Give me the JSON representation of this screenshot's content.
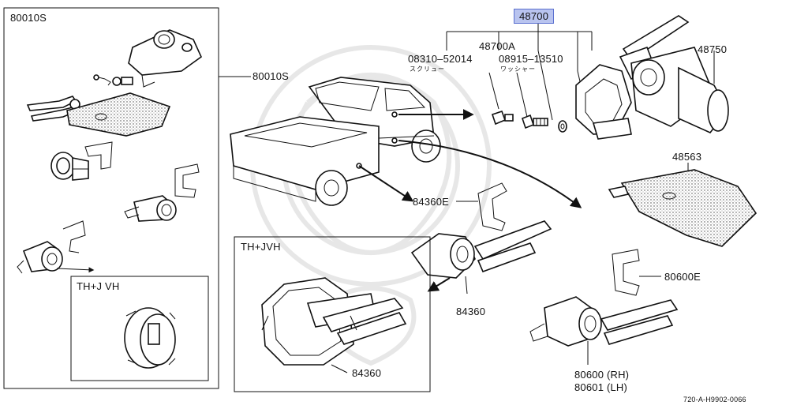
{
  "diagram": {
    "header_part": "48700",
    "labels": {
      "kit_box": "80010S",
      "kit_callout": "80010S",
      "cylinder_assembly": "48700A",
      "screw_part": "08310–52014",
      "screw_note": "スクリュー",
      "washer_part": "08915–13510",
      "washer_note": "ワッシャー",
      "ignition_cover": "48750",
      "key_holder": "48563",
      "tailgate_retainer": "84360E",
      "tailgate_cylinder": "84360",
      "tailgate_cylinder_inset": "84360",
      "door_retainer": "80600E",
      "door_rh": "80600 (RH)",
      "door_lh": "80601 (LH)",
      "inset_left_title": "TH+J VH",
      "inset_mid_title": "TH+JVH",
      "drawing_code": "720-A-H9902-0066"
    }
  }
}
